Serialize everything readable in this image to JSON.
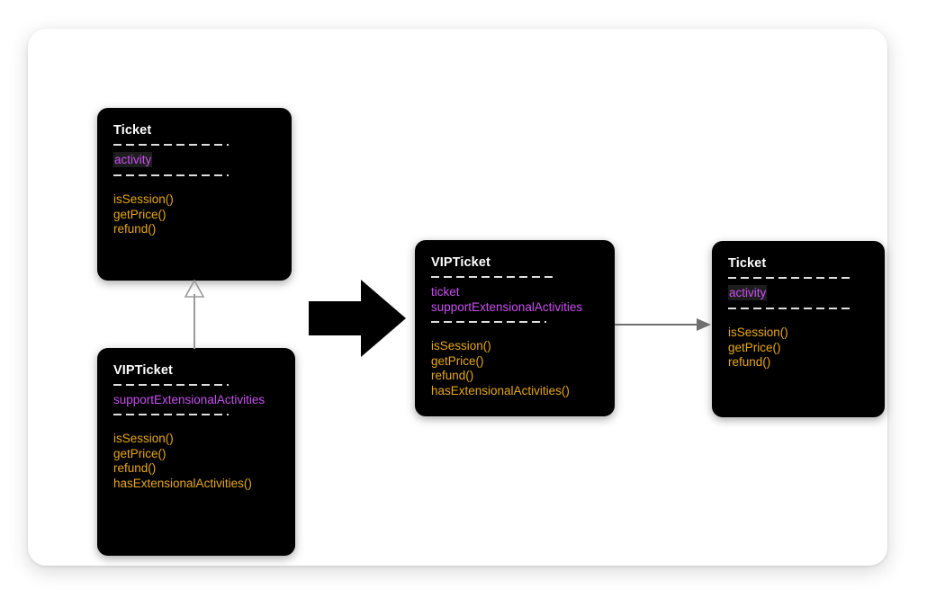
{
  "diagram": {
    "title": "UML class refactoring diagram",
    "colors": {
      "page_background": "#ffffff",
      "canvas_background": "#ffffff",
      "box_background": "#000000",
      "class_name_color": "#ffffff",
      "attribute_color": "#c850f0",
      "method_color": "#e8a817",
      "separator_color": "#dedede",
      "inheritance_connector_color": "#9a9a9a",
      "association_connector_color": "#6f6f6f",
      "big_arrow_color": "#000000"
    },
    "boxes": [
      {
        "id": "ticket-left",
        "class_name": "Ticket",
        "attributes": [
          "activity"
        ],
        "methods": [
          "isSession()",
          "getPrice()",
          "refund()"
        ]
      },
      {
        "id": "vipticket-left",
        "class_name": "VIPTicket",
        "attributes": [
          "supportExtensionalActivities"
        ],
        "methods": [
          "isSession()",
          "getPrice()",
          "refund()",
          "hasExtensionalActivities()"
        ]
      },
      {
        "id": "vipticket-middle",
        "class_name": "VIPTicket",
        "attributes": [
          "ticket",
          "supportExtensionalActivities"
        ],
        "methods": [
          "isSession()",
          "getPrice()",
          "refund()",
          "hasExtensionalActivities()"
        ]
      },
      {
        "id": "ticket-right",
        "class_name": "Ticket",
        "attributes": [
          "activity"
        ],
        "methods": [
          "isSession()",
          "getPrice()",
          "refund()"
        ]
      }
    ],
    "connectors": [
      {
        "id": "inheritance",
        "kind": "generalization",
        "from": "vipticket-left",
        "to": "ticket-left",
        "arrowhead": "hollow-triangle"
      },
      {
        "id": "association",
        "kind": "association",
        "from": "vipticket-middle",
        "to": "ticket-right",
        "arrowhead": "solid-triangle"
      },
      {
        "id": "transform",
        "kind": "transformation",
        "arrowhead": "block-arrow-right"
      }
    ]
  }
}
